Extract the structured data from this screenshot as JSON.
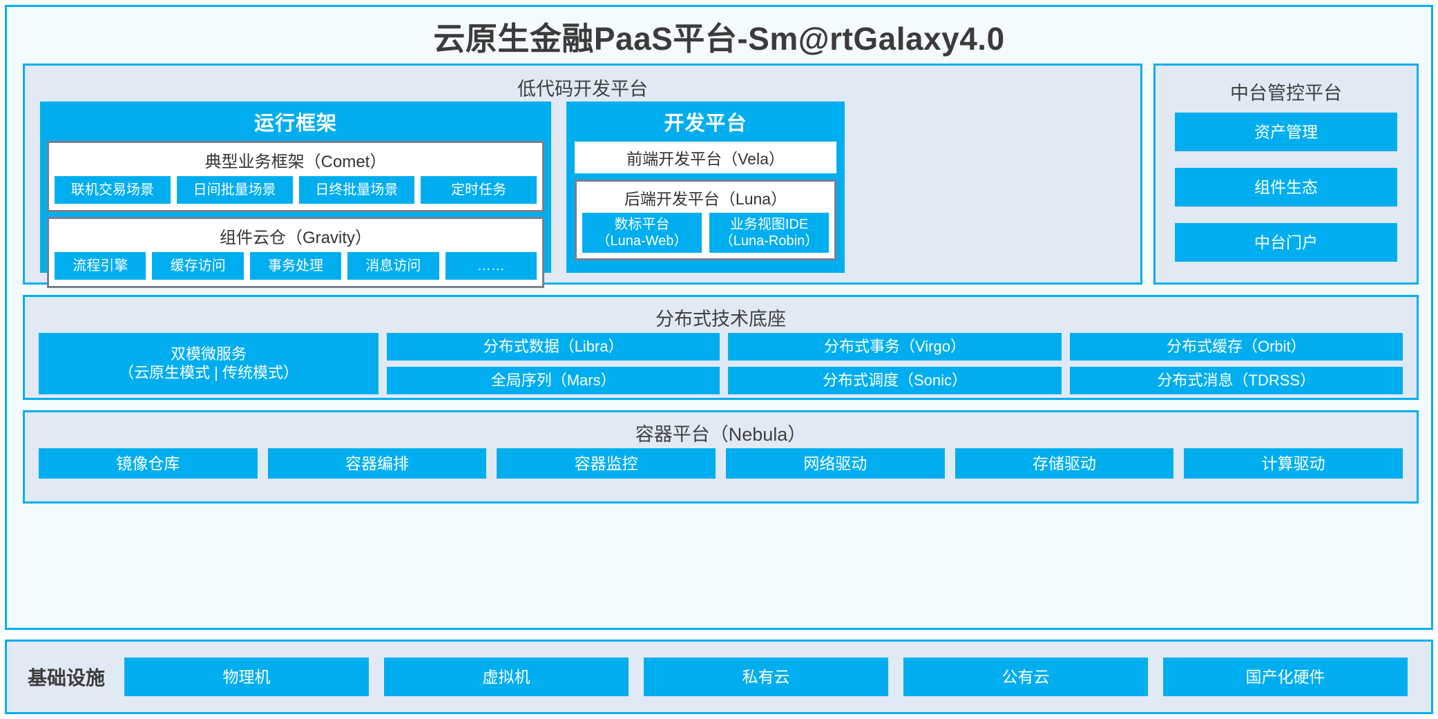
{
  "page": {
    "title": "云原生金融PaaS平台-Sm@rtGalaxy4.0",
    "accent_blue": "#00AEEF",
    "panel_bg": "#E1EAF4",
    "frame_bg": "#F4FBFE",
    "border_gray": "#77808C"
  },
  "lowcode": {
    "title": "低代码开发平台",
    "runtime": {
      "title": "运行框架",
      "comet": {
        "title": "典型业务框架（Comet）",
        "items": [
          "联机交易场景",
          "日间批量场景",
          "日终批量场景",
          "定时任务"
        ]
      },
      "gravity": {
        "title": "组件云仓（Gravity）",
        "items": [
          "流程引擎",
          "缓存访问",
          "事务处理",
          "消息访问",
          "……"
        ]
      }
    },
    "devplatform": {
      "title": "开发平台",
      "vela": "前端开发平台（Vela）",
      "luna": {
        "title": "后端开发平台（Luna）",
        "items": [
          {
            "name": "数标平台",
            "code": "（Luna-Web）"
          },
          {
            "name": "业务视图IDE",
            "code": "（Luna-Robin）"
          }
        ]
      }
    }
  },
  "mgmt": {
    "title": "中台管控平台",
    "items": [
      "资产管理",
      "组件生态",
      "中台门户"
    ]
  },
  "distributed": {
    "title": "分布式技术底座",
    "microservice": {
      "name": "双模微服务",
      "mode": "（云原生模式 | 传统模式）"
    },
    "columns": [
      [
        "分布式数据（Libra）",
        "全局序列（Mars）"
      ],
      [
        "分布式事务（Virgo）",
        "分布式调度（Sonic）"
      ],
      [
        "分布式缓存（Orbit）",
        "分布式消息（TDRSS）"
      ]
    ]
  },
  "container": {
    "title": "容器平台（Nebula）",
    "items": [
      "镜像仓库",
      "容器编排",
      "容器监控",
      "网络驱动",
      "存储驱动",
      "计算驱动"
    ]
  },
  "infrastructure": {
    "label": "基础设施",
    "items": [
      "物理机",
      "虚拟机",
      "私有云",
      "公有云",
      "国产化硬件"
    ]
  }
}
